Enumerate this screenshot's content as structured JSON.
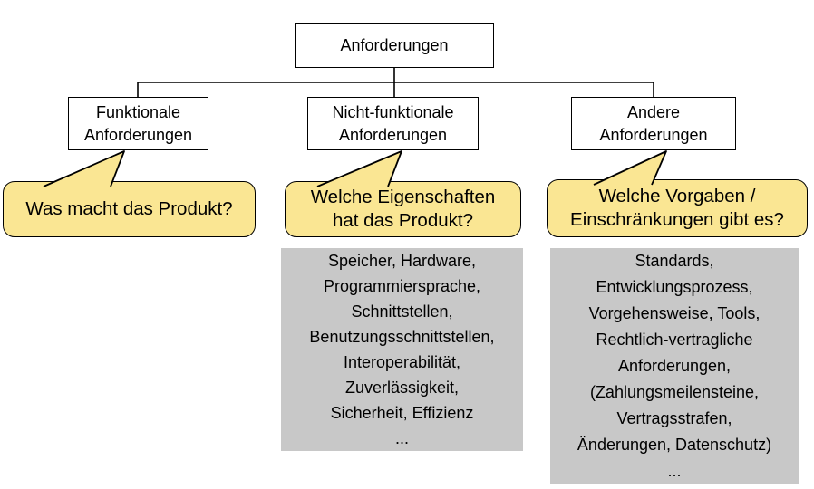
{
  "diagram": {
    "title": "Anforderungen",
    "root": {
      "label": "Anforderungen"
    },
    "branches": [
      {
        "label": "Funktionale\nAnforderungen",
        "question": "Was macht das Produkt?",
        "examples": []
      },
      {
        "label": "Nicht-funktionale\nAnforderungen",
        "question": "Welche Eigenschaften\nhat das Produkt?",
        "examples": [
          "Speicher, Hardware,",
          "Programmiersprache,",
          "Schnittstellen,",
          "Benutzungsschnittstellen,",
          "Interoperabilität,",
          "Zuverlässigkeit,",
          "Sicherheit, Effizienz",
          "..."
        ]
      },
      {
        "label": "Andere\nAnforderungen",
        "question": "Welche Vorgaben /\nEinschränkungen gibt es?",
        "examples": [
          "Standards,",
          "Entwicklungsprozess,",
          "Vorgehensweise, Tools,",
          "Rechtlich-vertragliche",
          "Anforderungen,",
          "(Zahlungsmeilensteine,",
          "Vertragsstrafen,",
          "Änderungen, Datenschutz)",
          "..."
        ]
      }
    ],
    "colors": {
      "callout_fill": "#FAE693",
      "callout_border": "#000000",
      "examples_fill": "#C8C8C8",
      "node_fill": "#FFFFFF",
      "node_border": "#000000",
      "connector": "#000000",
      "background": "#FFFFFF"
    }
  }
}
